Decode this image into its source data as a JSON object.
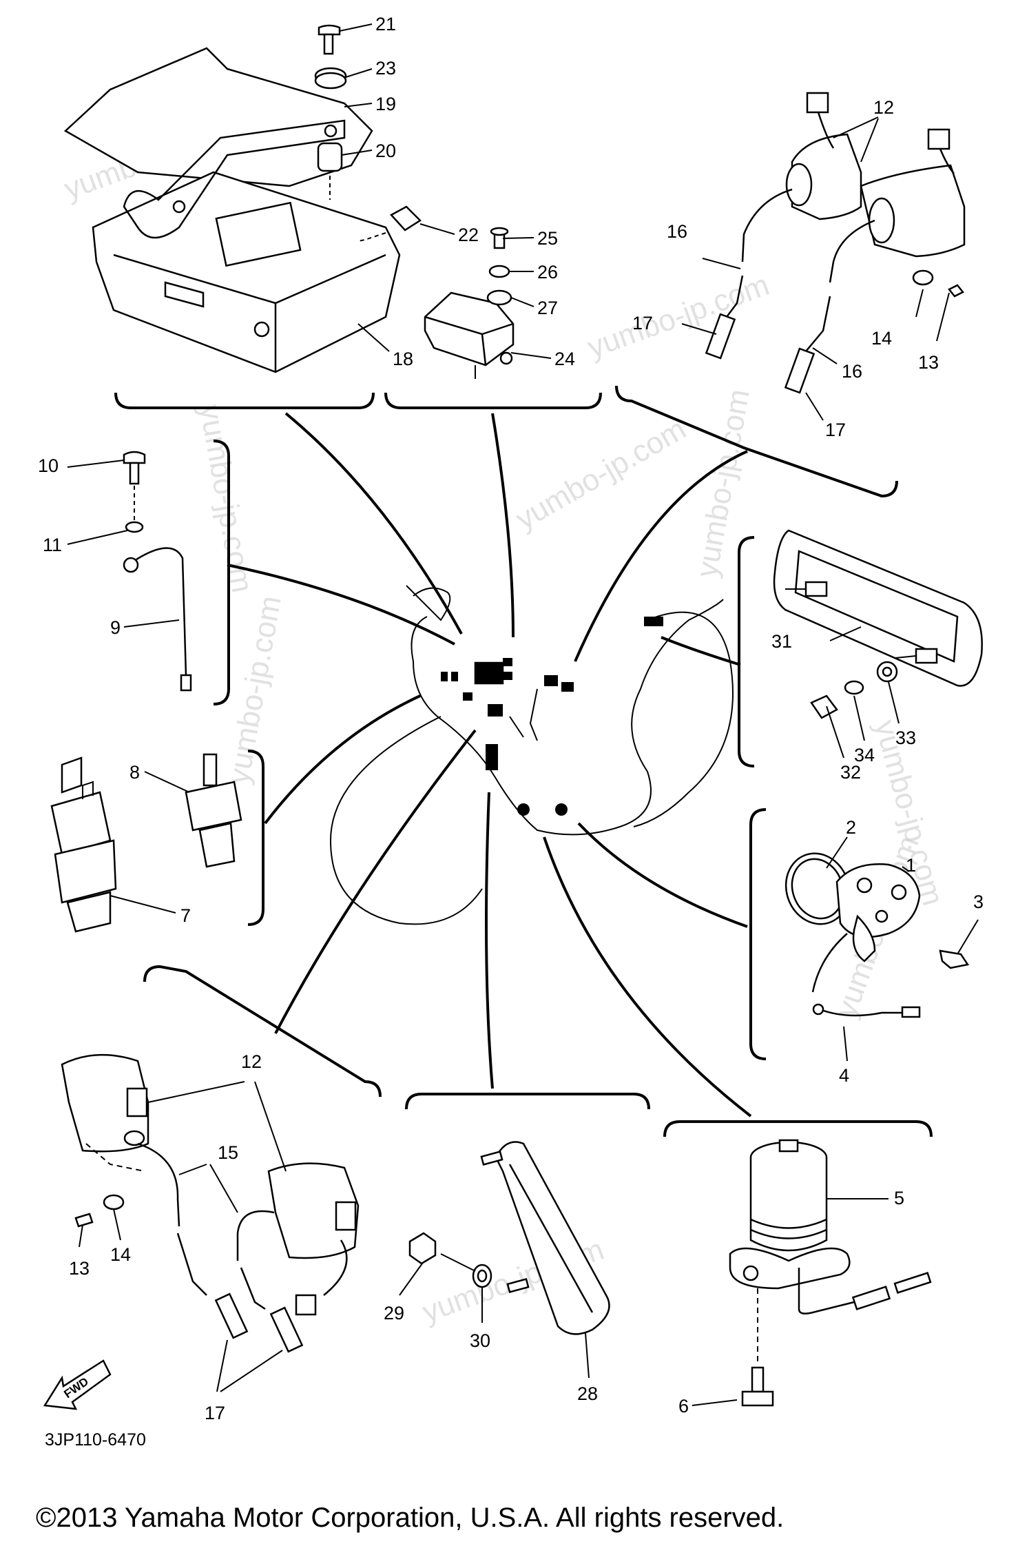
{
  "labels": {
    "p1": "1",
    "p2": "2",
    "p3": "3",
    "p4": "4",
    "p5": "5",
    "p6": "6",
    "p7": "7",
    "p8": "8",
    "p9": "9",
    "p10": "10",
    "p11": "11",
    "p12a": "12",
    "p12b": "12",
    "p13a": "13",
    "p13b": "13",
    "p14a": "14",
    "p14b": "14",
    "p15": "15",
    "p16a": "16",
    "p16b": "16",
    "p17a": "17",
    "p17b": "17",
    "p17c": "17",
    "p18": "18",
    "p19": "19",
    "p20": "20",
    "p21": "21",
    "p22": "22",
    "p23": "23",
    "p24": "24",
    "p25": "25",
    "p26": "26",
    "p27": "27",
    "p28": "28",
    "p29": "29",
    "p30": "30",
    "p31": "31",
    "p32": "32",
    "p33": "33",
    "p34": "34"
  },
  "fwd_label": "FWD",
  "diagram_code": "3JP110-6470",
  "copyright": "©2013 Yamaha Motor Corporation, U.S.A. All rights reserved.",
  "watermark": "yumbo-jp.com"
}
